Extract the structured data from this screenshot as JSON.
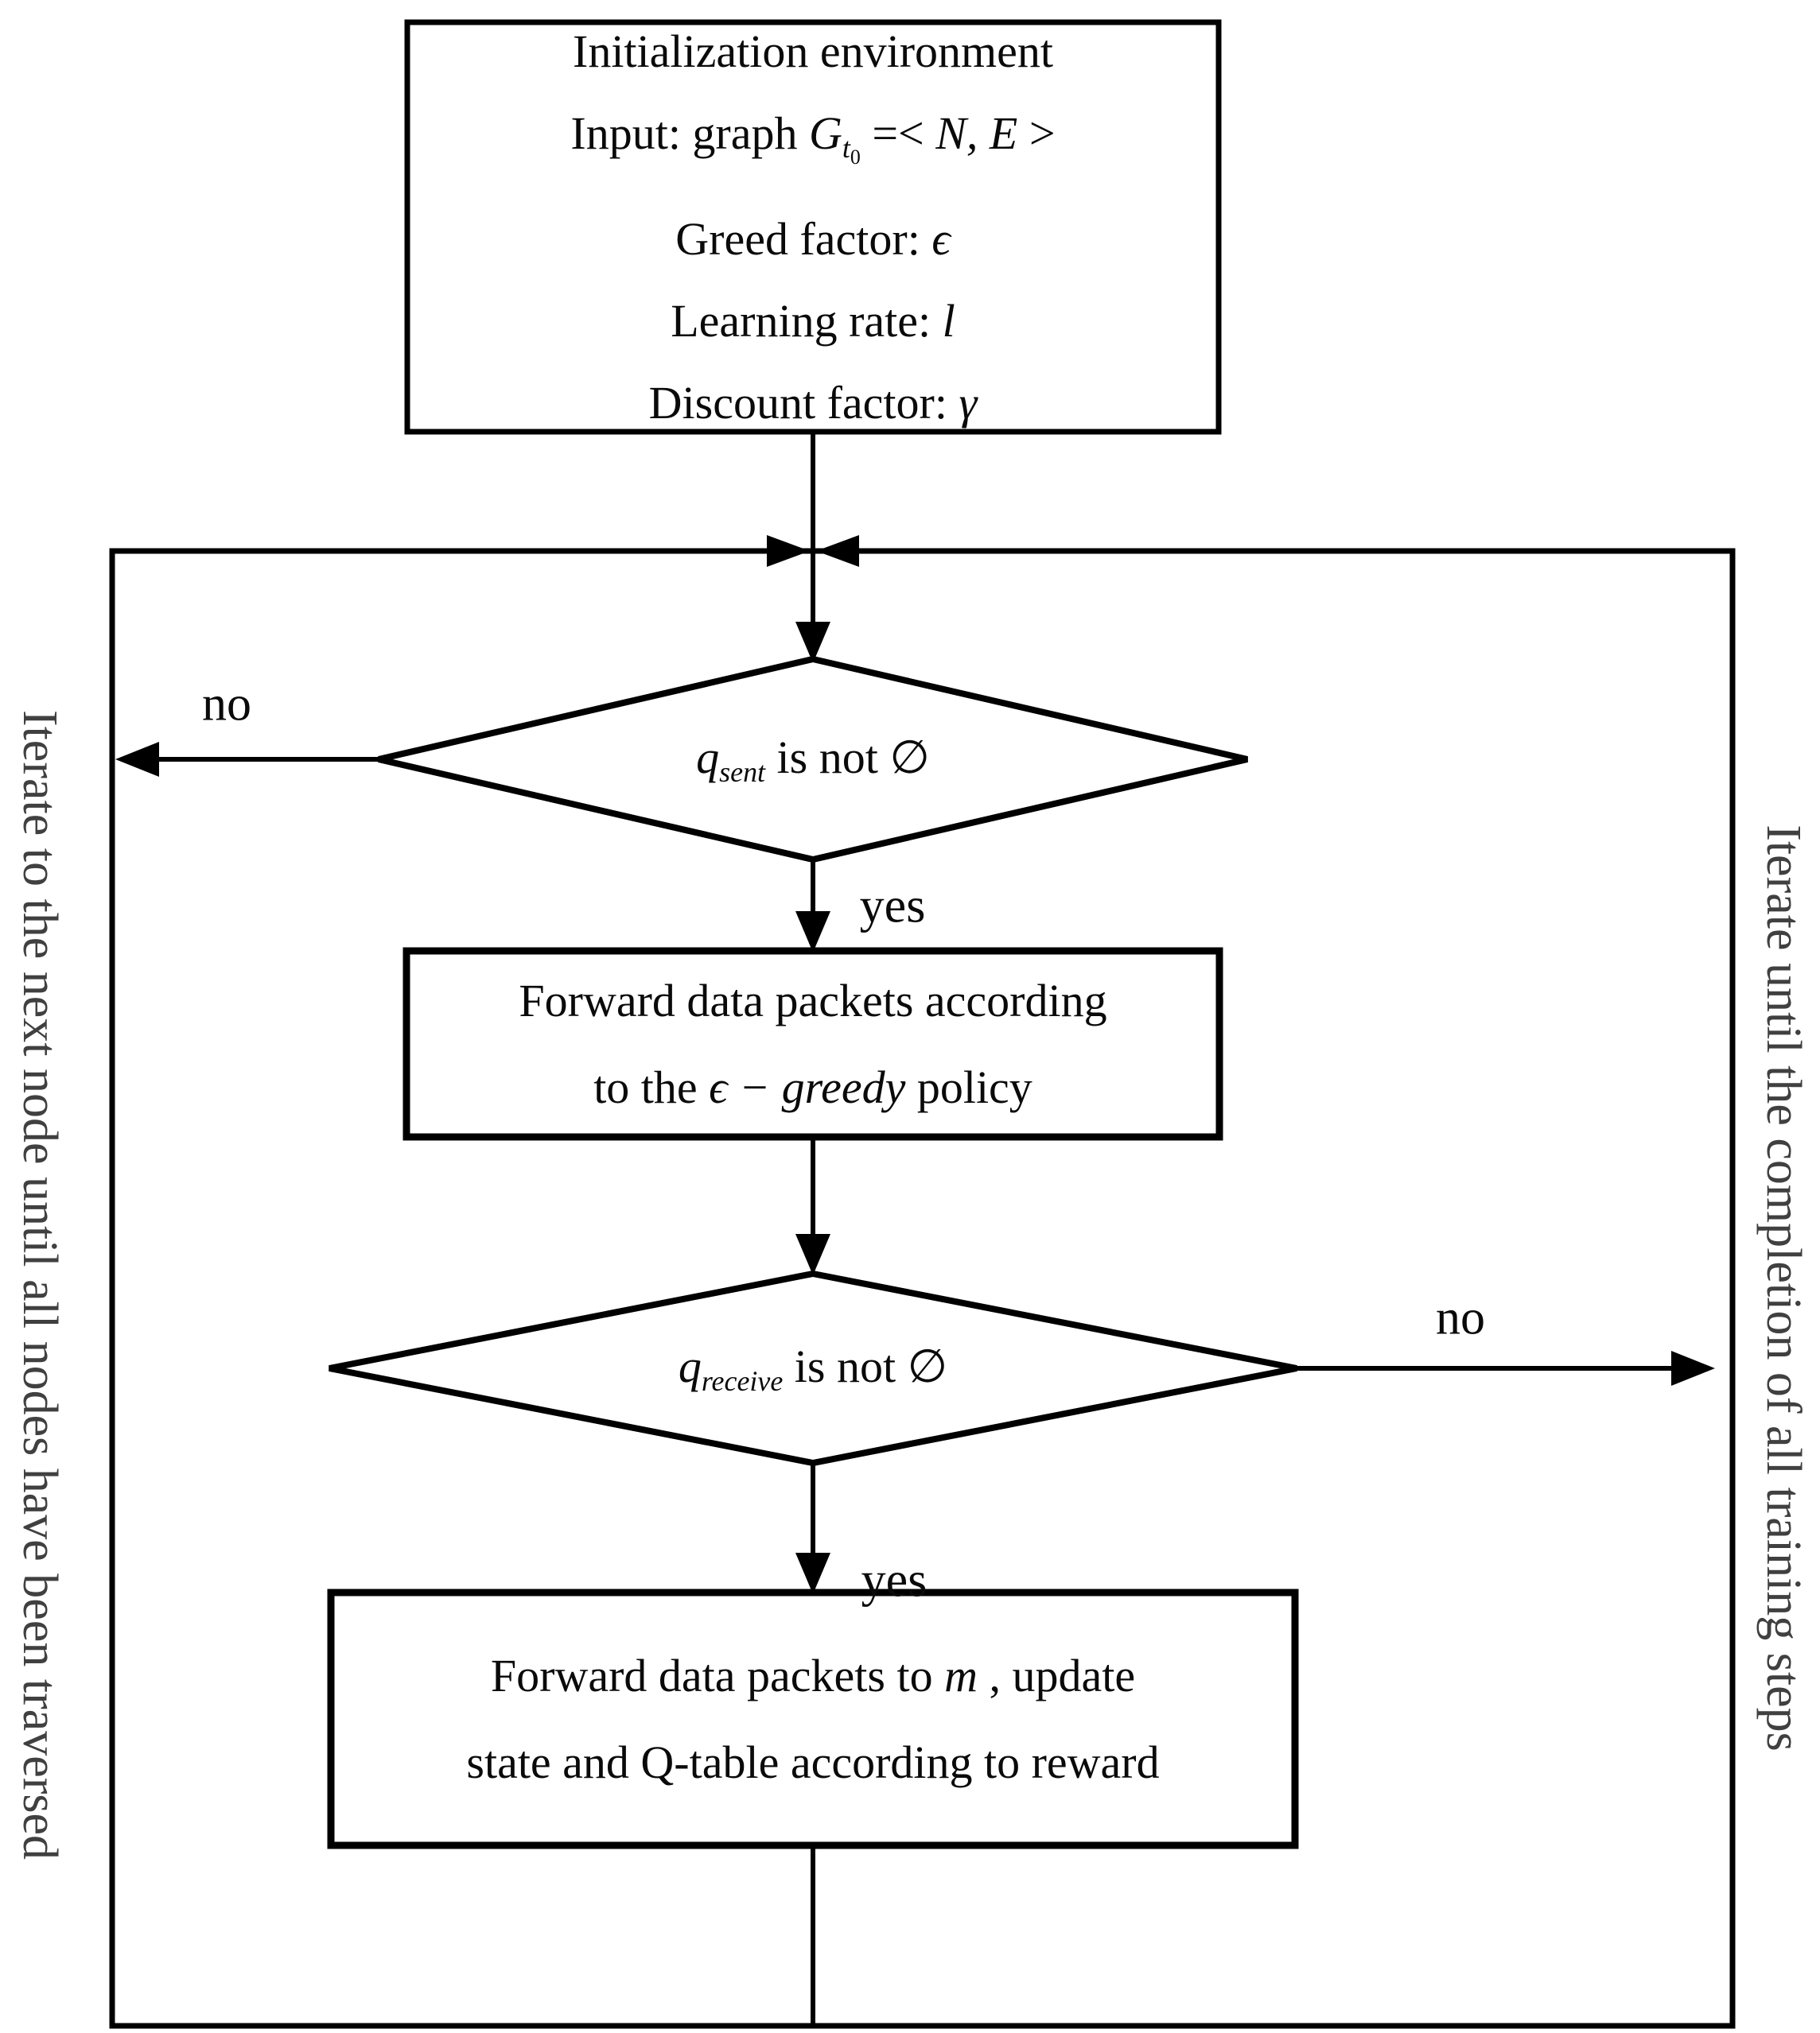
{
  "title_box": {
    "line1": "Initialization environment",
    "line2_pre": "Input: graph ",
    "line2_G": "G",
    "line2_t": "t",
    "line2_0": "0",
    "line2_eq": " =< ",
    "line2_NE": "N, E",
    "line2_gt": " >",
    "line3_pre": "Greed factor: ",
    "line3_sym": "ϵ",
    "line4_pre": "Learning rate: ",
    "line4_sym": "l",
    "line5_pre": "Discount factor: ",
    "line5_sym": "γ"
  },
  "decision1": {
    "q": "q",
    "sub": "sent",
    "rest": " is not ∅"
  },
  "process1": {
    "line1": "Forward data packets according",
    "line2_pre": "to the ",
    "line2_math": "ϵ − greedy",
    "line2_post": " policy"
  },
  "decision2": {
    "q": "q",
    "sub": "receive",
    "rest": " is not ∅"
  },
  "process2": {
    "line1_pre": "Forward data packets to ",
    "line1_math": "m",
    "line1_post": " , update",
    "line2": "state and Q-table according to reward"
  },
  "edge_labels": {
    "no_left": "no",
    "yes_first": "yes",
    "no_right": "no",
    "yes_second": "yes"
  },
  "side_notes": {
    "left": "Iterate to the next node until all nodes have been traversed",
    "right": "Iterate until the completion of all training steps"
  },
  "colors": {
    "line": "#000000",
    "side_text": "#404040",
    "background": "#ffffff"
  }
}
